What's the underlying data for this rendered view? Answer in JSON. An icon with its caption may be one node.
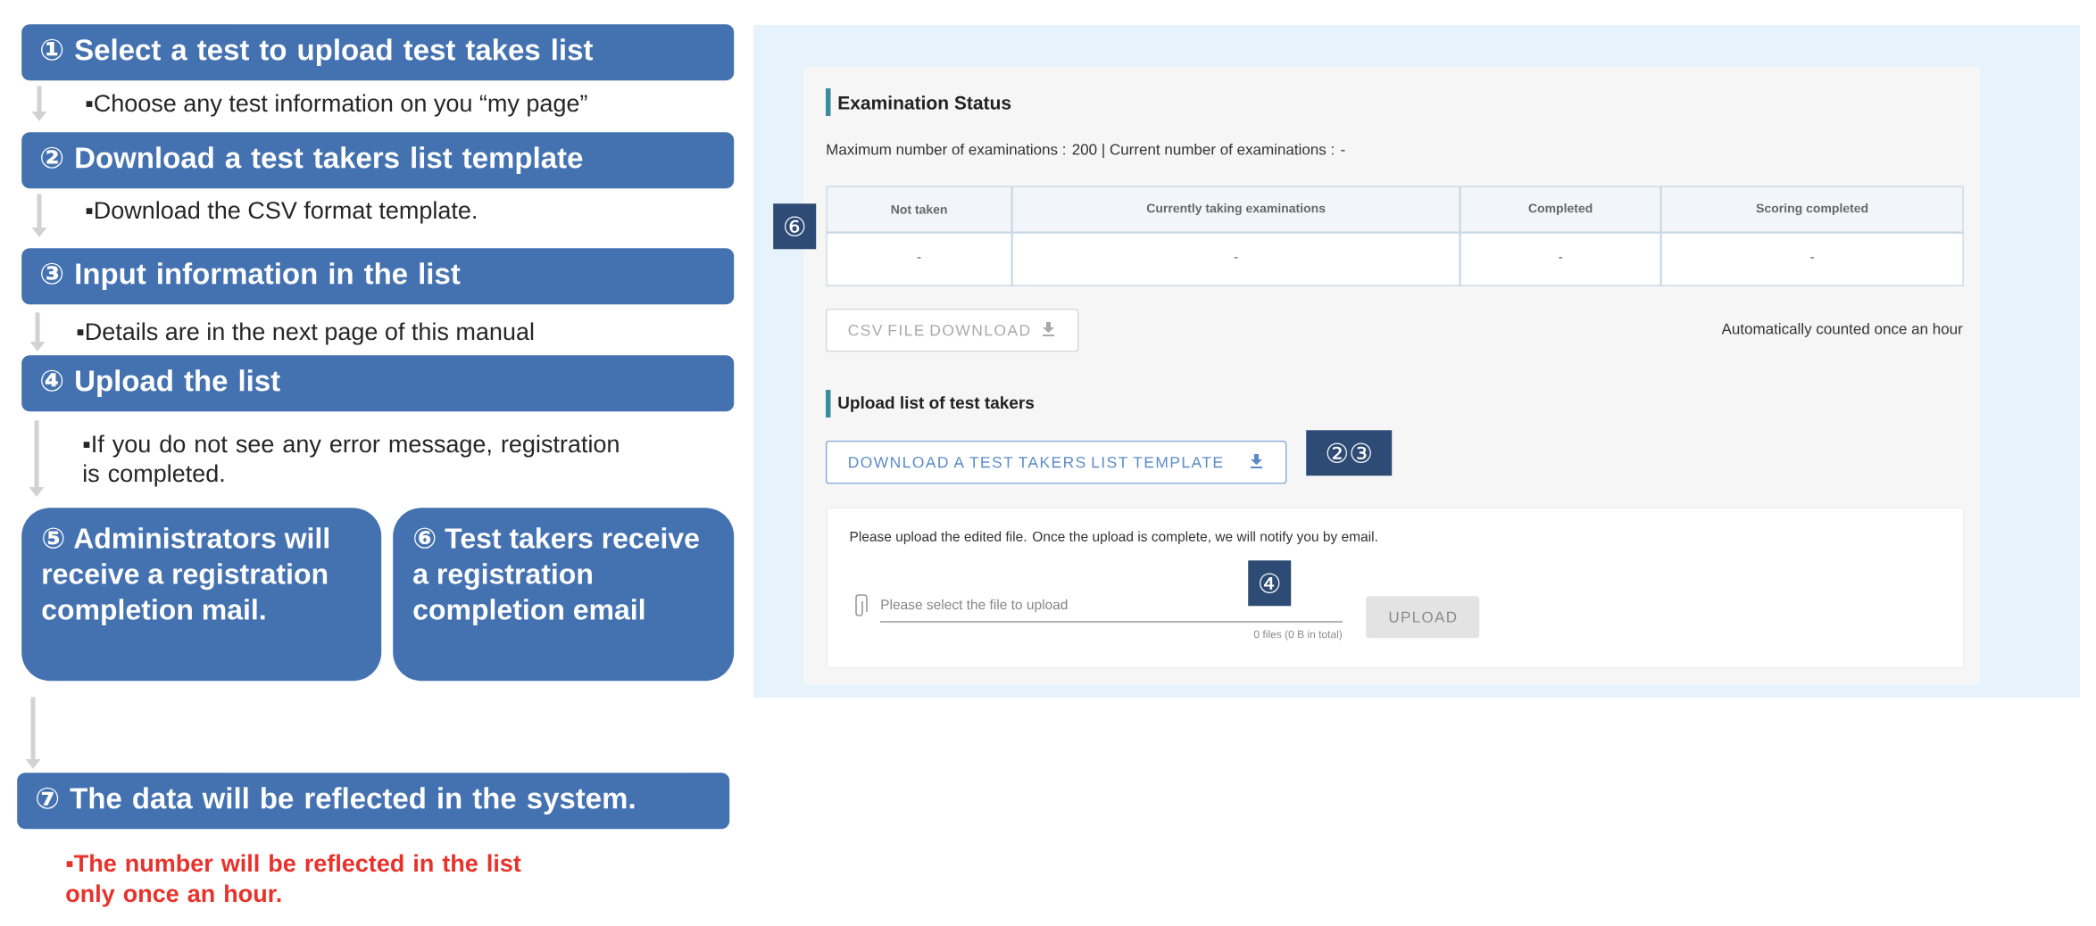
{
  "diagram": {
    "nodes": [
      {
        "text": [
          "① Select a test to upload test takes list"
        ],
        "beside": [
          "▪Choose any test information on you “my page”"
        ]
      },
      {
        "text": [
          "② Download a test takers list template"
        ],
        "beside": [
          "▪Download the CSV format template."
        ]
      },
      {
        "text": [
          "③ Input information in the list"
        ],
        "beside": [
          "▪Details are in the next page of this manual"
        ]
      },
      {
        "text": [
          "④ Upload the list"
        ],
        "beside": [
          "▪If you do not see any error message, registration is completed."
        ]
      },
      {
        "text": [
          "⑤ Administrators will receive a registration completion mail."
        ]
      },
      {
        "text": [
          "⑥ Test takers receive a registration completion email"
        ]
      },
      {
        "text": [
          "⑦ The data will be reflected in the system."
        ],
        "beside": [
          "▪The number will be reflected in the list only once an hour."
        ]
      },
      {
        "text": [
          "⑥"
        ]
      },
      {
        "text": [
          "CSV FILE DOWNLOAD"
        ]
      },
      {
        "text": [
          "DOWNLOAD A TEST TAKERS LIST TEMPLATE"
        ]
      },
      {
        "text": [
          "②③"
        ]
      },
      {
        "text": [
          "Please upload the edited file. Once the upload is complete, we will notify you by email."
        ]
      },
      {
        "text": [
          "④"
        ],
        "in": 11
      },
      {
        "text": [
          "UPLOAD"
        ],
        "in": 11
      }
    ],
    "edges": [
      {
        "from": 0,
        "to": 1,
        "arrow": "to"
      },
      {
        "from": 1,
        "to": 2,
        "arrow": "to"
      },
      {
        "from": 2,
        "to": 3,
        "arrow": "to"
      },
      {
        "from": 3,
        "to": 4,
        "arrow": "to"
      },
      {
        "from": 4,
        "to": 6,
        "arrow": "to"
      }
    ],
    "labels": [
      "Examination Status",
      "Maximum number of examinations : 200 | Current number of examinations : -",
      "Not taken",
      "Currently taking examinations",
      "Completed",
      "Scoring completed",
      "-",
      "-",
      "-",
      "-",
      "Automatically counted once an hour",
      "Upload list of test takers",
      "Please select the file to upload",
      "0 files (0 B in total)"
    ]
  }
}
